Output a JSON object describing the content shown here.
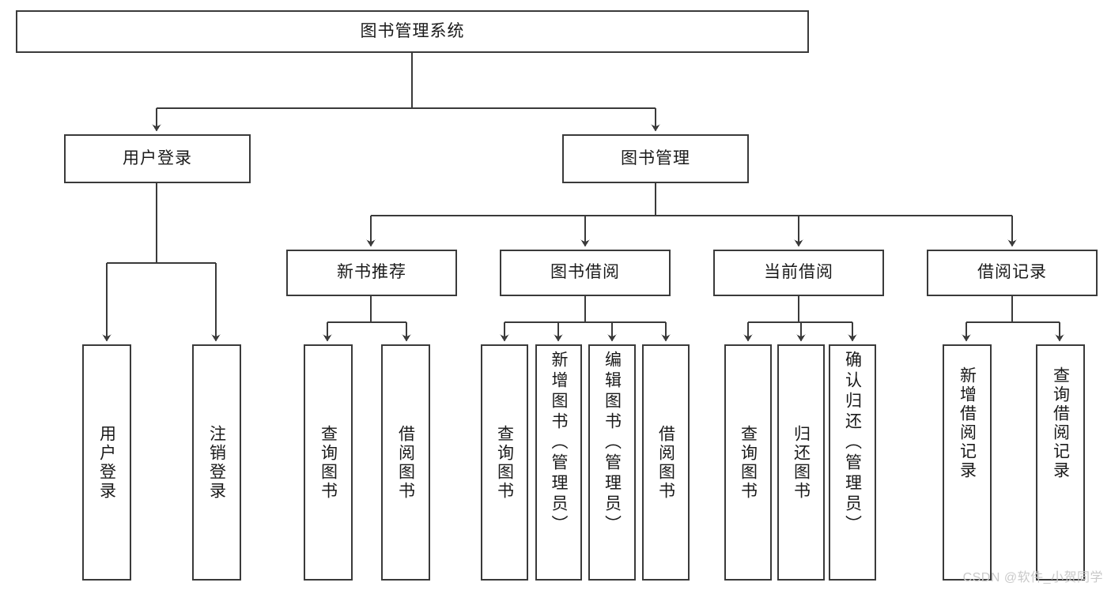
{
  "diagram": {
    "type": "tree",
    "title": "图书管理系统",
    "watermark": "CSDN @软件_小贺同学",
    "colors": {
      "stroke": "#3a3a3a",
      "fill": "#ffffff",
      "text": "#1a1a1a",
      "watermark": "#c9c9c9"
    },
    "nodes": {
      "root": {
        "label": "图书管理系统"
      },
      "level2": [
        {
          "id": "user-login",
          "label": "用户登录"
        },
        {
          "id": "book-manage",
          "label": "图书管理"
        }
      ],
      "level3": [
        {
          "id": "new-book-rec",
          "label": "新书推荐"
        },
        {
          "id": "book-borrow",
          "label": "图书借阅"
        },
        {
          "id": "current-borrow",
          "label": "当前借阅"
        },
        {
          "id": "borrow-record",
          "label": "借阅记录"
        }
      ],
      "leaves": {
        "user_login": [
          {
            "id": "leaf-user-login",
            "label": "用户登录"
          },
          {
            "id": "leaf-logout-login",
            "label": "注销登录"
          }
        ],
        "new_book_rec": [
          {
            "id": "leaf-query-book-1",
            "label": "查询图书"
          },
          {
            "id": "leaf-borrow-book-1",
            "label": "借阅图书"
          }
        ],
        "book_borrow": [
          {
            "id": "leaf-query-book-2",
            "label": "查询图书"
          },
          {
            "id": "leaf-add-book",
            "label": "新增图书（管理员）"
          },
          {
            "id": "leaf-edit-book",
            "label": "编辑图书（管理员）"
          },
          {
            "id": "leaf-borrow-book-2",
            "label": "借阅图书"
          }
        ],
        "current_borrow": [
          {
            "id": "leaf-query-book-3",
            "label": "查询图书"
          },
          {
            "id": "leaf-return-book",
            "label": "归还图书"
          },
          {
            "id": "leaf-confirm-return",
            "label": "确认归还（管理员）"
          }
        ],
        "borrow_record": [
          {
            "id": "leaf-add-record",
            "label": "新增借阅记录"
          },
          {
            "id": "leaf-query-record",
            "label": "查询借阅记录"
          }
        ]
      }
    }
  }
}
